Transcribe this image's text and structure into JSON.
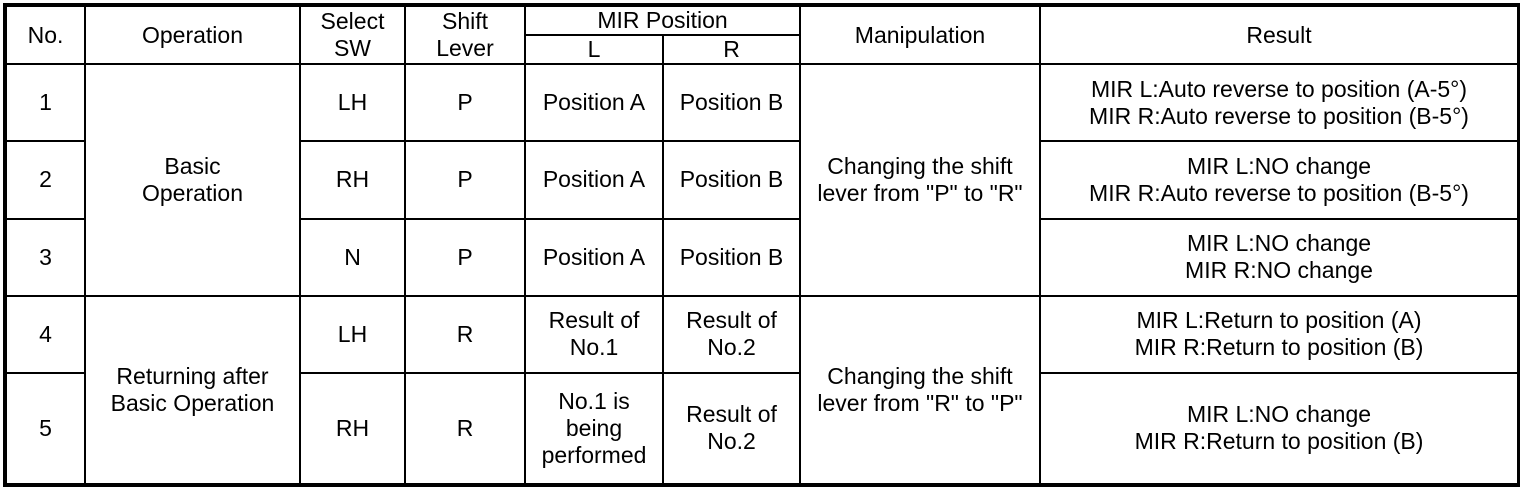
{
  "table": {
    "columns": {
      "no": "No.",
      "operation": "Operation",
      "select_sw": "Select\nSW",
      "shift_lever": "Shift\nLever",
      "mir_position": "MIR Position",
      "mir_l": "L",
      "mir_r": "R",
      "manipulation": "Manipulation",
      "result": "Result"
    },
    "operation_groups": [
      {
        "label": "Basic\nOperation",
        "rowspan": 3
      },
      {
        "label": "Returning after\nBasic Operation",
        "rowspan": 2
      }
    ],
    "manipulation_groups": [
      {
        "label": "Changing the shift\nlever from \"P\" to \"R\"",
        "rowspan": 3
      },
      {
        "label": "Changing the shift\nlever from \"R\" to \"P\"",
        "rowspan": 2
      }
    ],
    "rows": [
      {
        "no": "1",
        "select_sw": "LH",
        "shift_lever": "P",
        "mir_l": "Position A",
        "mir_r": "Position B",
        "result": "MIR L:Auto reverse to position (A-5°)\nMIR R:Auto reverse to position (B-5°)"
      },
      {
        "no": "2",
        "select_sw": "RH",
        "shift_lever": "P",
        "mir_l": "Position A",
        "mir_r": "Position B",
        "result": "MIR L:NO change\nMIR R:Auto reverse to position (B-5°)"
      },
      {
        "no": "3",
        "select_sw": "N",
        "shift_lever": "P",
        "mir_l": "Position A",
        "mir_r": "Position B",
        "result": "MIR L:NO change\nMIR R:NO change"
      },
      {
        "no": "4",
        "select_sw": "LH",
        "shift_lever": "R",
        "mir_l": "Result of\nNo.1",
        "mir_r": "Result of\nNo.2",
        "result": "MIR L:Return to position (A)\nMIR R:Return to position (B)"
      },
      {
        "no": "5",
        "select_sw": "RH",
        "shift_lever": "R",
        "mir_l": "No.1 is\nbeing\nperformed",
        "mir_r": "Result of\nNo.2",
        "result": "MIR L:NO change\nMIR R:Return to position (B)"
      }
    ]
  },
  "colors": {
    "border": "#000000",
    "background": "#ffffff",
    "text": "#000000"
  }
}
